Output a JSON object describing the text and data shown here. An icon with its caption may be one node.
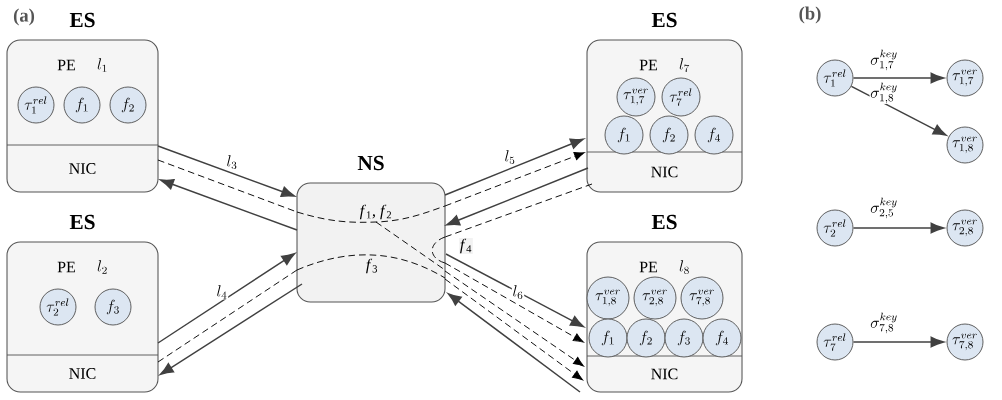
{
  "diagram": {
    "nodes": [
      {
        "text": [
          "ES",
          "PE",
          "l_1"
        ]
      },
      {
        "text": [
          "NIC"
        ],
        "in": 0
      },
      {
        "text": [
          "\\tau_1^{rel}"
        ],
        "in": 0
      },
      {
        "text": [
          "f_1"
        ],
        "in": 0
      },
      {
        "text": [
          "f_2"
        ],
        "in": 0
      },
      {
        "text": [
          "ES",
          "PE",
          "l_2"
        ]
      },
      {
        "text": [
          "NIC"
        ],
        "in": 5
      },
      {
        "text": [
          "\\tau_2^{rel}"
        ],
        "in": 5
      },
      {
        "text": [
          "f_3"
        ],
        "in": 5
      },
      {
        "text": [
          "NS"
        ]
      },
      {
        "text": [
          "ES",
          "PE",
          "l_7"
        ]
      },
      {
        "text": [
          "NIC"
        ],
        "in": 10
      },
      {
        "text": [
          "\\tau_{1,7}^{ver}"
        ],
        "in": 10
      },
      {
        "text": [
          "\\tau_7^{rel}"
        ],
        "in": 10
      },
      {
        "text": [
          "f_1"
        ],
        "in": 10
      },
      {
        "text": [
          "f_2"
        ],
        "in": 10
      },
      {
        "text": [
          "f_4"
        ],
        "in": 10
      },
      {
        "text": [
          "ES",
          "PE",
          "l_8"
        ]
      },
      {
        "text": [
          "NIC"
        ],
        "in": 17
      },
      {
        "text": [
          "\\tau_{1,8}^{ver}"
        ],
        "in": 17
      },
      {
        "text": [
          "\\tau_{2,8}^{ver}"
        ],
        "in": 17
      },
      {
        "text": [
          "\\tau_{7,8}^{ver}"
        ],
        "in": 17
      },
      {
        "text": [
          "f_1"
        ],
        "in": 17
      },
      {
        "text": [
          "f_2"
        ],
        "in": 17
      },
      {
        "text": [
          "f_3"
        ],
        "in": 17
      },
      {
        "text": [
          "f_4"
        ],
        "in": 17
      },
      {
        "text": [
          "\\tau_1^{rel}"
        ]
      },
      {
        "text": [
          "\\tau_{1,7}^{ver}"
        ]
      },
      {
        "text": [
          "\\tau_{1,8}^{ver}"
        ]
      },
      {
        "text": [
          "\\tau_2^{rel}"
        ]
      },
      {
        "text": [
          "\\tau_{2,8}^{ver}"
        ]
      },
      {
        "text": [
          "\\tau_7^{rel}"
        ]
      },
      {
        "text": [
          "\\tau_{7,8}^{ver}"
        ]
      }
    ],
    "edges": [
      {
        "from": 0,
        "to": 9,
        "arrow": "to",
        "label": "l_3"
      },
      {
        "from": 9,
        "to": 0,
        "arrow": "to"
      },
      {
        "from": 5,
        "to": 9,
        "arrow": "to",
        "label": "l_4"
      },
      {
        "from": 9,
        "to": 5,
        "arrow": "to"
      },
      {
        "from": 9,
        "to": 10,
        "arrow": "to",
        "label": "l_5"
      },
      {
        "from": 10,
        "to": 9,
        "arrow": "to"
      },
      {
        "from": 9,
        "to": 17,
        "arrow": "to",
        "label": "l_6"
      },
      {
        "from": 17,
        "to": 9,
        "arrow": "to"
      },
      {
        "from": 0,
        "to": 9,
        "arrow": "none",
        "style": "dashed",
        "color": "#000000"
      },
      {
        "from": 9,
        "to": 10,
        "arrow": "to",
        "style": "dashed",
        "color": "#000000"
      },
      {
        "from": 9,
        "to": 17,
        "arrow": "to",
        "style": "dashed",
        "color": "#000000"
      },
      {
        "from": 5,
        "to": 9,
        "arrow": "none",
        "style": "dashed",
        "color": "#000000"
      },
      {
        "from": 9,
        "to": 17,
        "arrow": "to",
        "style": "dashed",
        "color": "#000000"
      },
      {
        "from": 10,
        "to": 9,
        "arrow": "none",
        "style": "dashed",
        "color": "#000000"
      },
      {
        "from": 9,
        "to": 17,
        "arrow": "to",
        "style": "dashed",
        "color": "#000000"
      },
      {
        "from": 26,
        "to": 27,
        "arrow": "to",
        "label": "\\sigma_{1,7}^{key}"
      },
      {
        "from": 26,
        "to": 28,
        "arrow": "to",
        "label": "\\sigma_{1,8}^{key}"
      },
      {
        "from": 29,
        "to": 30,
        "arrow": "to",
        "label": "\\sigma_{2,5}^{key}"
      },
      {
        "from": 31,
        "to": 32,
        "arrow": "to",
        "label": "\\sigma_{7,8}^{key}"
      }
    ],
    "labels": [
      "(a)",
      "(b)",
      "*f*$_{1}$, *f*$_{2}$",
      "*f*$_{4}$",
      "*f*$_{3}$"
    ]
  }
}
